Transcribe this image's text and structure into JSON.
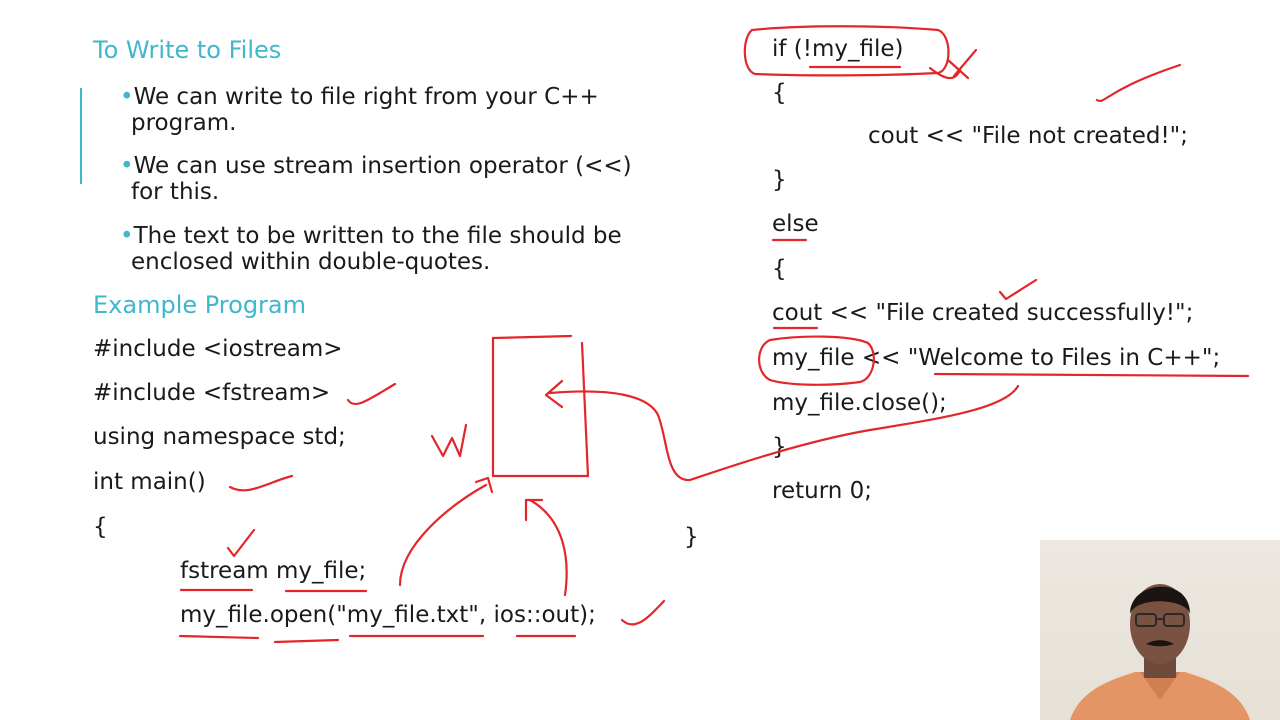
{
  "slide": {
    "heading": "To Write to Files",
    "bullets": [
      {
        "dot": "•",
        "line1": "We can write to file right from your C++",
        "line2": "program."
      },
      {
        "dot": "•",
        "line1": "We can use stream insertion operator (<<)",
        "line2": "for this."
      },
      {
        "dot": "•",
        "line1": "The text to be written to the file should be",
        "line2": "enclosed within double-quotes."
      }
    ],
    "example_heading": "Example Program",
    "code_left": [
      "#include <iostream>",
      "#include <fstream>",
      "using namespace std;",
      "int main()",
      "{",
      "fstream my_file;",
      "my_file.open(\"my_file.txt\", ios::out);"
    ],
    "code_right": [
      "if (!my_file)",
      "{",
      "cout << \"File not created!\";",
      "}",
      "else",
      "{",
      "cout << \"File created successfully!\";",
      "my_file << \"Welcome to Files in C++\";",
      "my_file.close();",
      "}",
      "return 0;"
    ],
    "closing_brace": "}",
    "annotation_letter": "W"
  },
  "colors": {
    "accent": "#3fb7cc",
    "ink": "#e3262a",
    "text": "#1a1a1a"
  }
}
